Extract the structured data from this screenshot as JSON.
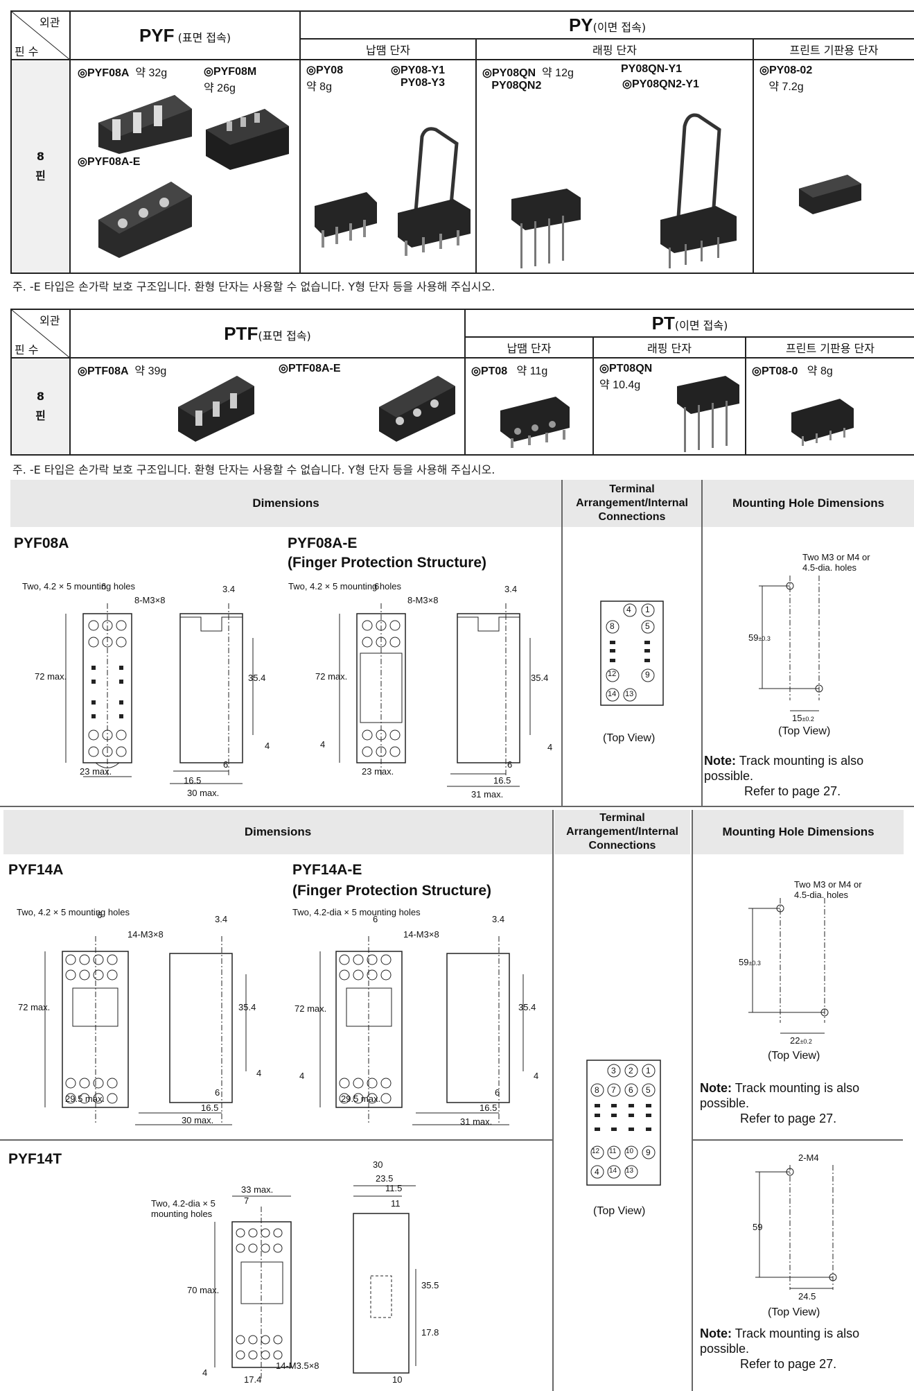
{
  "table1": {
    "corner_top": "외관",
    "corner_bottom": "핀 수",
    "pyf_title": "PYF",
    "pyf_sub": "(표면 접속)",
    "py_title": "PY",
    "py_sub": "(이면 접속)",
    "col_solder": "납땜 단자",
    "col_wrap": "래핑 단자",
    "col_pcb": "프린트 기판용 단자",
    "pin_count": "8",
    "pin_unit": "핀",
    "parts": {
      "pyf08a": "◎PYF08A",
      "pyf08a_w": "약 32g",
      "pyf08m": "◎PYF08M",
      "pyf08m_w": "약 26g",
      "pyf08ae": "◎PYF08A-E",
      "py08": "◎PY08",
      "py08_w": "약 8g",
      "py08y1": "◎PY08-Y1",
      "py08y3": "PY08-Y3",
      "py08qn": "◎PY08QN",
      "py08qn_w": "약 12g",
      "py08qn2": "PY08QN2",
      "py08qny1": "PY08QN-Y1",
      "py08qn2y1": "◎PY08QN2-Y1",
      "py0802": "◎PY08-02",
      "py0802_w": "약 7.2g"
    },
    "note": "주.  -E 타입은 손가락 보호 구조입니다. 환형 단자는 사용할 수 없습니다. Y형 단자 등을 사용해 주십시오."
  },
  "table2": {
    "corner_top": "외관",
    "corner_bottom": "핀 수",
    "ptf_title": "PTF",
    "ptf_sub": "(표면 접속)",
    "pt_title": "PT",
    "pt_sub": "(이면 접속)",
    "col_solder": "납땜 단자",
    "col_wrap": "래핑 단자",
    "col_pcb": "프린트 기판용 단자",
    "pin_count": "8",
    "pin_unit": "핀",
    "parts": {
      "ptf08a": "◎PTF08A",
      "ptf08a_w": "약 39g",
      "ptf08ae": "◎PTF08A-E",
      "pt08": "◎PT08",
      "pt08_w": "약 11g",
      "pt08qn": "◎PT08QN",
      "pt08qn_w": "약 10.4g",
      "pt080": "◎PT08-0",
      "pt080_w": "약 8g"
    },
    "note": "주.  -E 타입은 손가락 보호 구조입니다. 환형 단자는 사용할 수 없습니다. Y형 단자 등을 사용해 주십시오."
  },
  "sec1": {
    "h_dimensions": "Dimensions",
    "h_terminal": "Terminal Arrangement/Internal Connections",
    "h_mounting": "Mounting Hole Dimensions",
    "model_a": "PYF08A",
    "model_b": "PYF08A-E",
    "model_b2": "(Finger Protection Structure)",
    "d_holes": "Two, 4.2 × 5 mounting holes",
    "d_6": "6",
    "d_m3": "8-M3×8",
    "d_72": "72 max.",
    "d_23": "23 max.",
    "d_34": "3.4",
    "d_354": "35.4",
    "d_4": "4",
    "d_6b": "6",
    "d_165": "16.5",
    "d_30": "30 max.",
    "d_31": "31 max.",
    "top_view": "(Top View)",
    "term_nums": [
      "4",
      "1",
      "8",
      "5",
      "12",
      "9",
      "14",
      "13"
    ],
    "mh_holes": "Two M3 or M4 or 4.5-dia. holes",
    "mh_59": "59",
    "mh_tol": "±0.3",
    "mh_15": "15",
    "mh_tol2": "±0.2",
    "note_label": "Note:",
    "note_text": "Track mounting is also possible.",
    "note_ref": "Refer to page 27."
  },
  "sec2": {
    "h_dimensions": "Dimensions",
    "h_terminal": "Terminal Arrangement/Internal Connections",
    "h_mounting": "Mounting Hole Dimensions",
    "model_a": "PYF14A",
    "model_b": "PYF14A-E",
    "model_b2": "(Finger Protection Structure)",
    "d_holes_a": "Two, 4.2 × 5 mounting holes",
    "d_holes_b": "Two, 4.2-dia × 5 mounting holes",
    "d_6": "6",
    "d_m3": "14-M3×8",
    "d_72": "72 max.",
    "d_295": "29.5 max.",
    "d_34": "3.4",
    "d_354": "35.4",
    "d_4": "4",
    "d_6b": "6",
    "d_165": "16.5",
    "d_30": "30 max.",
    "d_31": "31 max.",
    "model_t": "PYF14T",
    "t_33": "33 max.",
    "t_7": "7",
    "t_holes": "Two, 4.2-dia × 5 mounting holes",
    "t_70": "70 max.",
    "t_4": "4",
    "t_174": "17.4",
    "t_m35": "14-M3.5×8",
    "t_30": "30",
    "t_235": "23.5",
    "t_115": "11.5",
    "t_11": "11",
    "t_355": "35.5",
    "t_178": "17.8",
    "t_10": "10",
    "top_view": "(Top View)",
    "term_nums": [
      "3",
      "2",
      "1",
      "8",
      "7",
      "6",
      "5",
      "12",
      "11",
      "10",
      "9",
      "4",
      "14",
      "13"
    ],
    "mh_holes": "Two M3 or M4 or 4.5-dia. holes",
    "mh_59": "59",
    "mh_tol": "±0.3",
    "mh_22": "22",
    "mh_tol2": "±0.2",
    "mh2_holes": "2-M4",
    "mh2_59": "59",
    "mh2_245": "24.5",
    "note_label": "Note:",
    "note_text": "Track mounting is also possible.",
    "note_ref": "Refer to page 27."
  }
}
